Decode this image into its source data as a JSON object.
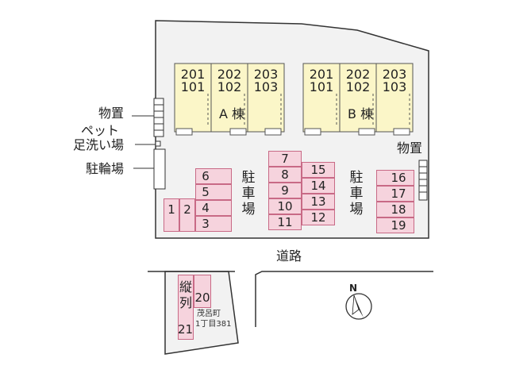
{
  "labels": {
    "storage_left": "物置",
    "pet_wash_1": "ペット",
    "pet_wash_2": "足洗い場",
    "bicycle": "駐輪場",
    "storage_right": "物置",
    "road": "道路",
    "north": "N",
    "parking_left_vertical": "駐車場",
    "parking_right_vertical": "駐車場",
    "tandem_vertical": "縦列",
    "address_line1": "茂呂町",
    "address_line2": "1丁目381"
  },
  "buildings": [
    {
      "name": "A 棟",
      "rooms": [
        [
          "201",
          "101"
        ],
        [
          "202",
          "102"
        ],
        [
          "203",
          "103"
        ]
      ]
    },
    {
      "name": "B 棟",
      "rooms": [
        [
          "201",
          "101"
        ],
        [
          "202",
          "102"
        ],
        [
          "203",
          "103"
        ]
      ]
    }
  ],
  "parking": {
    "col_left": [
      "1",
      "2"
    ],
    "col_a": [
      "6",
      "5",
      "4",
      "3"
    ],
    "col_b": [
      "7",
      "8",
      "9",
      "10",
      "11"
    ],
    "col_c": [
      "15",
      "14",
      "13",
      "12"
    ],
    "col_d": [
      "16",
      "17",
      "18",
      "19"
    ],
    "tandem": [
      "20",
      "21"
    ]
  },
  "colors": {
    "building_fill": "#fbf6c8",
    "slot_fill": "#f6d3dd",
    "slot_border": "#c86a86",
    "lot_fill": "#f2f2f2"
  }
}
